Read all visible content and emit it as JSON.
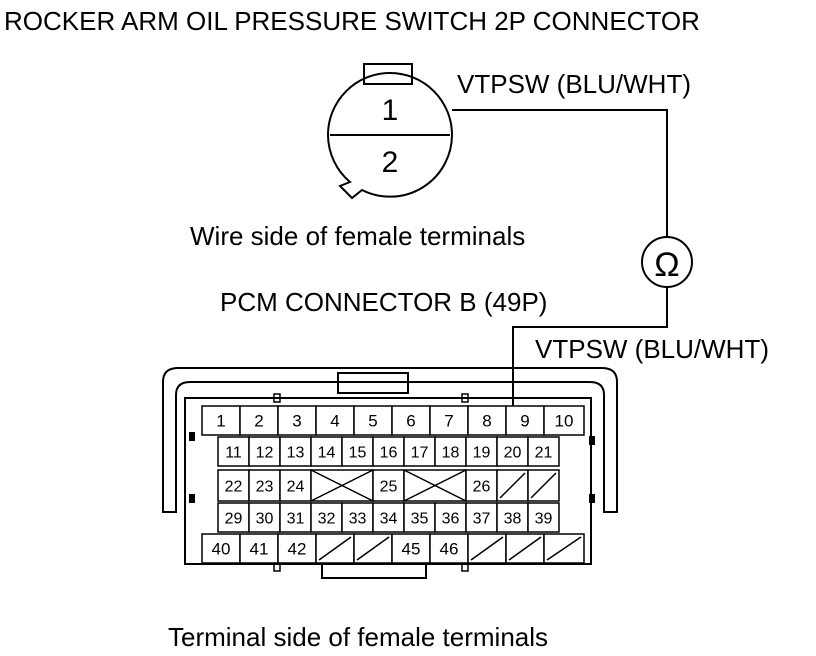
{
  "title": "ROCKER ARM OIL PRESSURE SWITCH 2P CONNECTOR",
  "switch_connector": {
    "pins": [
      "1",
      "2"
    ],
    "wire_label": "VTPSW (BLU/WHT)",
    "caption": "Wire side of female terminals"
  },
  "meter_symbol": "Ω",
  "pcm_connector": {
    "title": "PCM CONNECTOR B (49P)",
    "wire_label": "VTPSW (BLU/WHT)",
    "caption": "Terminal side of female terminals",
    "rows": [
      [
        "1",
        "2",
        "3",
        "4",
        "5",
        "6",
        "7",
        "8",
        "9",
        "10"
      ],
      [
        "11",
        "12",
        "13",
        "14",
        "15",
        "16",
        "17",
        "18",
        "19",
        "20",
        "21"
      ],
      [
        "22",
        "23",
        "24",
        "",
        "25",
        "",
        "26",
        "",
        ""
      ],
      [
        "29",
        "30",
        "31",
        "32",
        "33",
        "34",
        "35",
        "36",
        "37",
        "38",
        "39"
      ],
      [
        "40",
        "41",
        "42",
        "",
        "",
        "45",
        "46",
        "",
        "",
        ""
      ]
    ]
  }
}
